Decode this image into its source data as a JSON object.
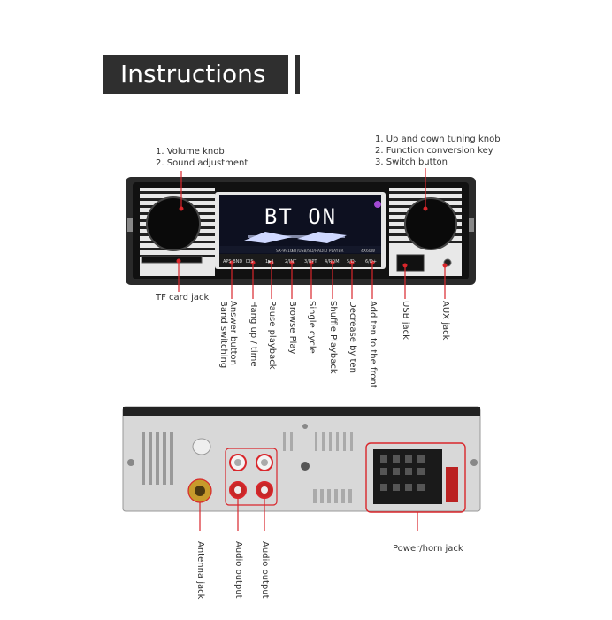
{
  "title": "Instructions",
  "front_labels": {
    "left_knob": [
      "1. Volume knob",
      "2. Sound adjustment"
    ],
    "right_knob": [
      "1. Up and down tuning knob",
      "2. Function conversion key",
      "3. Switch button"
    ],
    "tf_card": "TF card jack",
    "buttons": [
      "Answer button",
      "Band switching",
      "Hang up / time",
      "Pause playback",
      "Browse Play",
      "Single cycle",
      "Shuffle Playback",
      "Decrease by ten",
      "Add ten to the front"
    ],
    "usb": "USB jack",
    "aux": "AUX jack"
  },
  "display_text": "BT ON",
  "panel_text": {
    "model": "SX-9910",
    "spec": "BT/USB/SD/RADIO PLAYER",
    "power": "4X60W",
    "buttons": [
      "APS BND",
      "DIS",
      "1▶‖",
      "2/INT",
      "3/RPT",
      "4/RDM",
      "5/D-",
      "6/D+"
    ]
  },
  "back_labels": {
    "antenna": "Antenna jack",
    "audio_out_1": "Audio output",
    "audio_out_2": "Audio output",
    "power_horn": "Power/horn jack"
  },
  "colors": {
    "callout": "#d9262b",
    "dark": "#2f2f2f",
    "display": "#0d1020",
    "chassis": "#d8d8d8"
  }
}
